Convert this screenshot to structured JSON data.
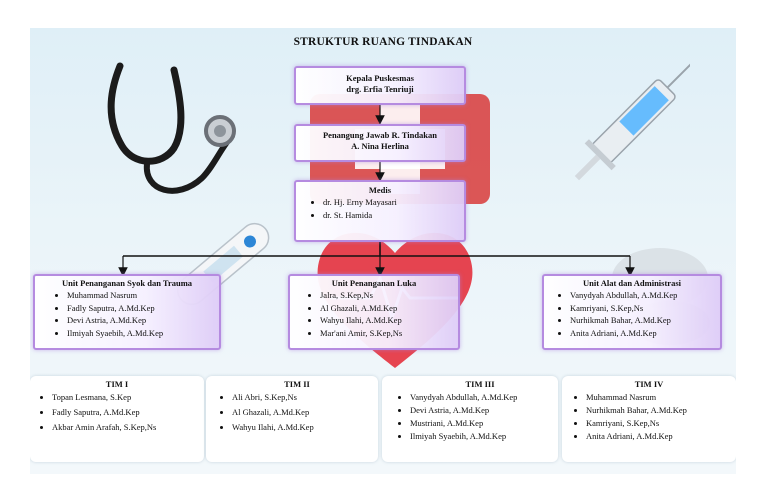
{
  "title": "STRUKTUR RUANG TINDAKAN",
  "kepala": {
    "role": "Kepala Puskesmas",
    "name": "drg. Erfia Tenriuji"
  },
  "penanggung": {
    "role": "Penangung Jawab R. Tindakan",
    "name": "A. Nina Herlina"
  },
  "medis": {
    "title": "Medis",
    "members": [
      "dr. Hj. Erny Mayasari",
      "dr. St. Hamida"
    ]
  },
  "units": [
    {
      "title": "Unit Penanganan Syok dan Trauma",
      "members": [
        "Muhammad Nasrum",
        "Fadly Saputra, A.Md.Kep",
        "Devi Astria, A.Md.Kep",
        "Ilmiyah Syaebih, A.Md.Kep"
      ]
    },
    {
      "title": "Unit Penanganan Luka",
      "members": [
        "Jalra, S.Kep,Ns",
        "Al Ghazali, A.Md.Kep",
        "Wahyu Ilahi, A.Md.Kep",
        "Mar'ani Amir, S.Kep,Ns"
      ]
    },
    {
      "title": "Unit Alat dan Administrasi",
      "members": [
        "Vanydyah Abdullah, A.Md.Kep",
        "Kamriyani, S.Kep,Ns",
        "Nurhikmah Bahar, A.Md.Kep",
        "Anita Adriani, A.Md.Kep"
      ]
    }
  ],
  "teams": [
    {
      "title": "TIM I",
      "members": [
        "Topan Lesmana, S.Kep",
        "Fadly Saputra, A.Md.Kep",
        "Akbar Amin Arafah, S.Kep,Ns"
      ]
    },
    {
      "title": "TIM II",
      "members": [
        "Ali Abri, S.Kep,Ns",
        "Al Ghazali, A.Md.Kep",
        "Wahyu Ilahi, A.Md.Kep"
      ]
    },
    {
      "title": "TIM III",
      "members": [
        "Vanydyah Abdullah, A.Md.Kep",
        "Devi Astria, A.Md.Kep",
        "Mustriani, A.Md.Kep",
        "Ilmiyah Syaebih, A.Md.Kep"
      ]
    },
    {
      "title": "TIM IV",
      "members": [
        "Muhammad Nasrum",
        "Nurhikmah Bahar, A.Md.Kep",
        "Kamriyani, S.Kep,Ns",
        "Anita Adriani, A.Md.Kep"
      ]
    }
  ],
  "colors": {
    "box_border": "#b58be0",
    "box_fill": "#f1e8ff",
    "connector": "#111111",
    "background": "#e3f1f8"
  }
}
